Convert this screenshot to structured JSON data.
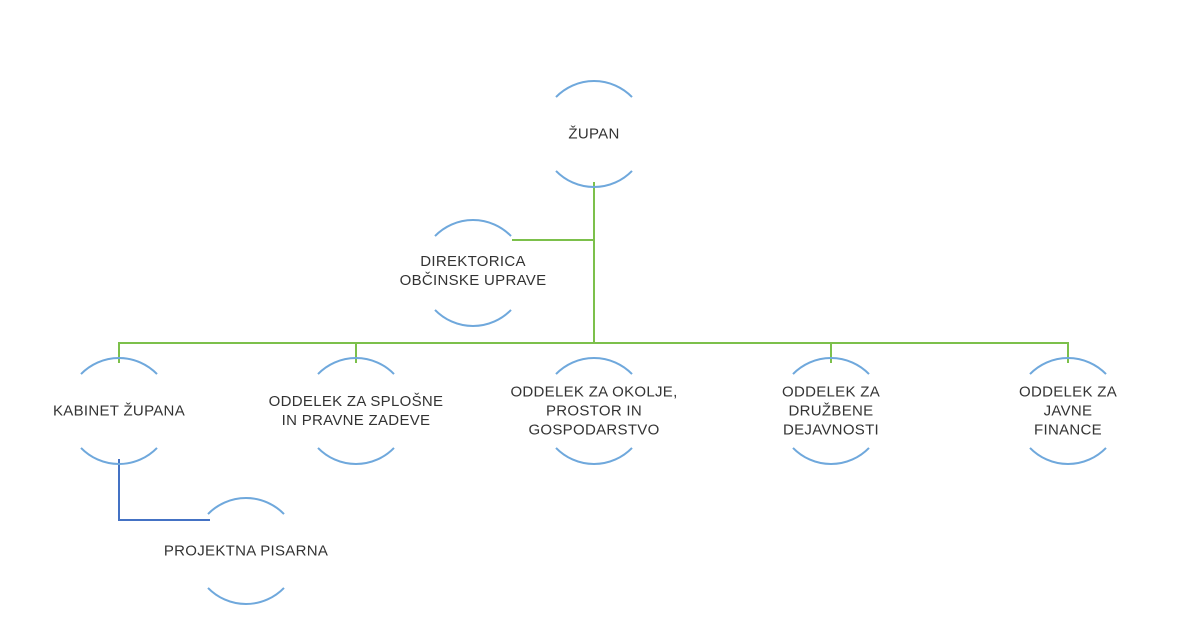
{
  "org_chart": {
    "colors": {
      "connector_green": "#7cc04b",
      "connector_blue": "#4472c4",
      "arc_blue": "#6fa8dc",
      "text": "#333333"
    },
    "nodes": [
      {
        "id": "zupan",
        "label": "ŽUPAN"
      },
      {
        "id": "direktorica",
        "label": "DIREKTORICA\nOBČINSKE UPRAVE"
      },
      {
        "id": "kabinet",
        "label": "KABINET ŽUPANA"
      },
      {
        "id": "splosne",
        "label": "ODDELEK ZA SPLOŠNE\nIN PRAVNE ZADEVE"
      },
      {
        "id": "okolje",
        "label": "ODDELEK ZA OKOLJE,\nPROSTOR IN\nGOSPODARSTVO"
      },
      {
        "id": "druzbene",
        "label": "ODDELEK ZA\nDRUŽBENE\nDEJAVNOSTI"
      },
      {
        "id": "finance",
        "label": "ODDELEK ZA JAVNE\nFINANCE"
      },
      {
        "id": "pisarna",
        "label": "PROJEKTNA PISARNA"
      }
    ]
  }
}
